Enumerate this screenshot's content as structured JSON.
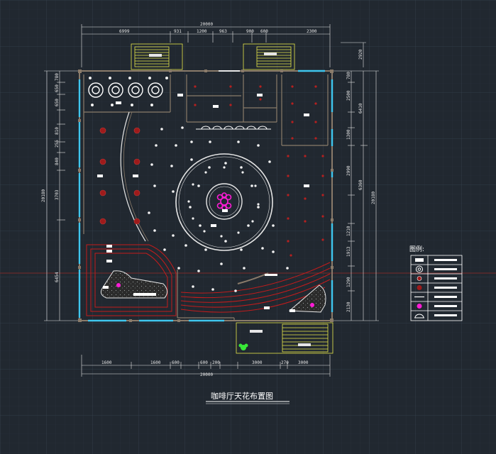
{
  "drawing": {
    "title": "咖啡厅天花布置图",
    "legend_title": "图例:"
  },
  "dimensions": {
    "top_overall": "20000",
    "top_segments": [
      "6999",
      "931",
      "1200",
      "963",
      "900",
      "600",
      "2300"
    ],
    "left_overall": "20180",
    "left_segments": [
      "780",
      "650",
      "650",
      "810",
      "255",
      "840",
      "3703",
      "6454"
    ],
    "right_overall": "20180",
    "right_segments": [
      "780",
      "2500",
      "1300",
      "2990",
      "1210",
      "1913",
      "1290",
      "2130"
    ],
    "right_outer": [
      "6410",
      "6360"
    ],
    "top_right_riser": "2920",
    "bottom_overall": "20000",
    "bottom_segments": [
      "1600",
      "1600",
      "600",
      "600",
      "200",
      "3000",
      "270",
      "3000"
    ]
  },
  "colors": {
    "background": "#212830",
    "wall": "#8a7b6a",
    "window": "#3fc6ee",
    "stair": "#e8e84a",
    "downlight": "#f2f2f2",
    "pendant": "#9e1b1b",
    "chandelier": "#ff1bd6",
    "grid": "#2f3844",
    "crosshair": "#8a2a2a"
  },
  "legend": [
    {
      "icon": "fluorescent-lamp-icon"
    },
    {
      "icon": "ceiling-fan-icon"
    },
    {
      "icon": "downlight-icon"
    },
    {
      "icon": "pendant-lamp-icon"
    },
    {
      "icon": "light-strip-icon"
    },
    {
      "icon": "chandelier-icon"
    },
    {
      "icon": "spotlight-icon"
    }
  ]
}
